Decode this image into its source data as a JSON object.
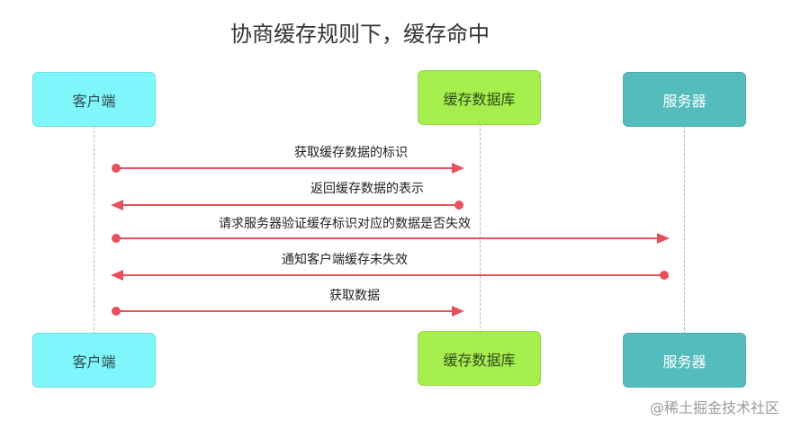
{
  "title": "协商缓存规则下，缓存命中",
  "participants": {
    "client": "客户端",
    "cache": "缓存数据库",
    "server": "服务器"
  },
  "messages": [
    {
      "label": "获取缓存数据的标识",
      "from": "client",
      "to": "cache"
    },
    {
      "label": "返回缓存数据的表示",
      "from": "cache",
      "to": "client"
    },
    {
      "label": "请求服务器验证缓存标识对应的数据是否失效",
      "from": "client",
      "to": "server"
    },
    {
      "label": "通知客户端缓存未失效",
      "from": "server",
      "to": "client"
    },
    {
      "label": "获取数据",
      "from": "client",
      "to": "cache"
    }
  ],
  "colors": {
    "client": "#7ff6fb",
    "cache": "#a6ee4e",
    "server": "#54bcbd",
    "arrow": "#e8505b"
  },
  "watermark": "@稀土掘金技术社区"
}
